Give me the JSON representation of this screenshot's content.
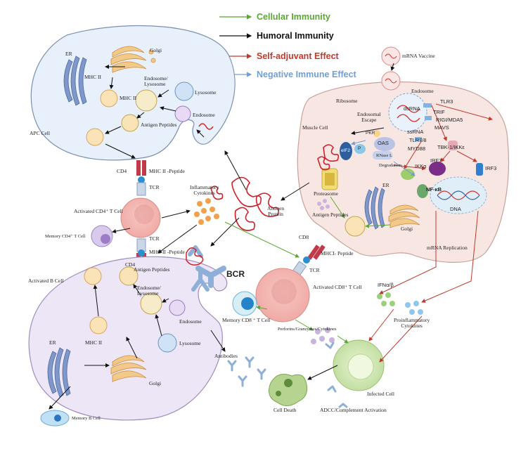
{
  "legend": [
    {
      "label": "Cellular Immunity",
      "color": "#5aa832"
    },
    {
      "label": "Humoral Immunity",
      "color": "#111111"
    },
    {
      "label": "Self-adjuvant Effect",
      "color": "#c0392b"
    },
    {
      "label": "Negative Immune Effect",
      "color": "#6f9fd8"
    }
  ],
  "apc": {
    "er": "ER",
    "golgi": "Golgi",
    "mhc_ii_a": "MHC II",
    "mhc_ii_b": "MHC II",
    "endo_lyso": "Endosome/\nLysosome",
    "lysosome": "Lysosome",
    "endosome": "Endosome",
    "peptides": "Antigen Peptides",
    "cell": "APC Cell",
    "cd4": "CD4",
    "mhc_pep": "MHC II -Peptide",
    "tcr": "TCR"
  },
  "tcell": {
    "activated_cd4": "Activated CD4⁺ T Cell",
    "memory_cd4": "Memory CD4⁺ T Cell",
    "tcr": "TCR",
    "mhc_pep": "MHC II -Peptide",
    "cd4": "CD4",
    "cytokines": "Inflammatory\nCytokines",
    "antigen": "Antiqen\nProtein"
  },
  "bcell": {
    "activated": "Activated  B Cell",
    "peptides": "Antigen Peptides",
    "endo_lyso": "Endosome/\nLysosome",
    "endosome": "Endosome",
    "lysosome": "Lysosome",
    "er": "ER",
    "mhc_ii": "MHC II",
    "golgi": "Golgi",
    "bcr": "BCR",
    "antibodies": "Antibodies",
    "memory": "Memory B Cell"
  },
  "muscle": {
    "vaccine": "mRNA Vaccine",
    "endosome": "Endosome",
    "ribosome": "Ribosome",
    "escape": "Endosomal\nEscape",
    "cell": "Muscle Cell",
    "dsrna": "dsRNA",
    "tlr3": "TLR3",
    "trif": "TRIF",
    "rigi": "RIGI/MDA5",
    "mavs": "MAVS",
    "ssrna": "ssRNA",
    "tlr78": "TLR7/8",
    "myd88": "MYD88",
    "pkr": "PKR",
    "oas": "OAS",
    "p": "P",
    "eif2": "eIF2",
    "rnase": "RNase L",
    "degradation": "Degradation",
    "ikka": "IKKα",
    "tbk": "TBK-1/IKKε",
    "irf7": "IRF7",
    "irf3": "IRF3",
    "nfkb": "NF-κB",
    "dna": "DNA",
    "er": "ER",
    "proteasome": "Proteasome",
    "peptides": "Antigen Peptides",
    "golgi": "Golgi",
    "replication": "mRNA Replication"
  },
  "cd8": {
    "cd8": "CD8",
    "mhci": "MHCI- Peptide",
    "tcr": "TCR",
    "activated": "Activated CD8⁺ T Cell",
    "memory": "Memory CD8 ⁺ T Cell",
    "perforins": "Perforins/Granzymes/Cytokines"
  },
  "effects": {
    "ifn": "IFNα/β",
    "proinflam": "Proinflammatory\nCytokines",
    "infected": "Infected Cell",
    "death": "Cell Death",
    "adcc": "ADCC/Complement Activation"
  }
}
